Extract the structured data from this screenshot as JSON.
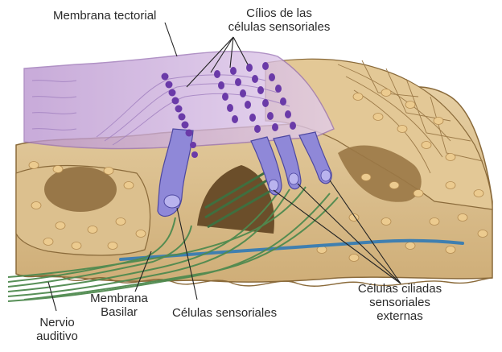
{
  "labels": {
    "membrana_tectorial": "Membrana tectorial",
    "cilios": [
      "Cílios de las",
      "células sensoriales"
    ],
    "membrana_basilar": [
      "Membrana",
      "Basilar"
    ],
    "celulas_sensoriales": "Células sensoriales",
    "celulas_ciliadas_externas": [
      "Células ciliadas",
      "sensoriales",
      "externas"
    ],
    "nervio_auditivo": [
      "Nervio",
      "auditivo"
    ]
  },
  "colors": {
    "tissue": "#d9bd8c",
    "tissue_dark": "#8a6a3a",
    "cell_nucleus": "#e8c98f",
    "tectorial": "#c9a6dc",
    "hair_cell": "#8f88d8",
    "cilia": "#6a3aa8",
    "nerve": "#4f8a4f",
    "basilar": "#3f7fb0",
    "leader": "#222222"
  }
}
